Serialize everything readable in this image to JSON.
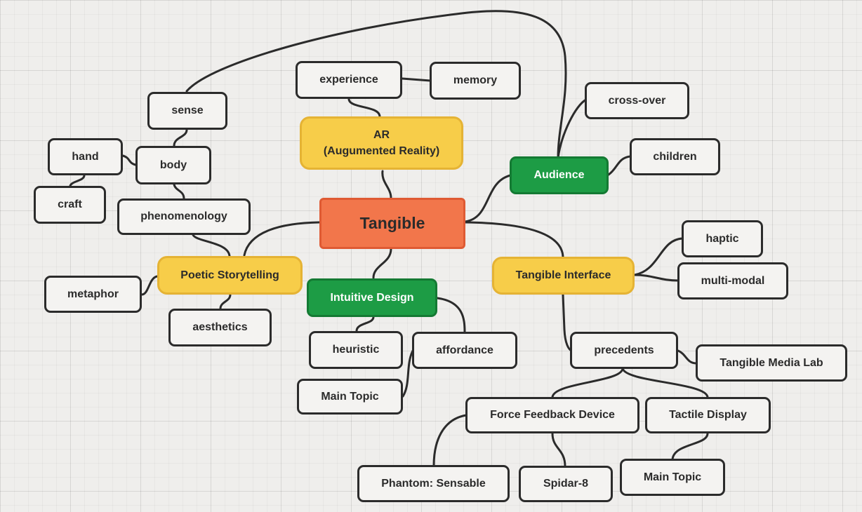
{
  "diagram": {
    "central": "Tangible",
    "branches": {
      "ar": {
        "line1": "AR",
        "line2": "(Augumented Reality)"
      },
      "audience": "Audience",
      "poetic": "Poetic Storytelling",
      "intuitive": "Intuitive Design",
      "tangible_interface": "Tangible Interface"
    },
    "topics": {
      "experience": "experience",
      "memory": "memory",
      "sense": "sense",
      "body": "body",
      "hand": "hand",
      "craft": "craft",
      "phenomenology": "phenomenology",
      "metaphor": "metaphor",
      "aesthetics": "aesthetics",
      "heuristic": "heuristic",
      "affordance": "affordance",
      "main_topic_1": "Main Topic",
      "cross_over": "cross-over",
      "children": "children",
      "haptic": "haptic",
      "multi_modal": "multi-modal",
      "precedents": "precedents",
      "tangible_media_lab": "Tangible Media Lab",
      "force_feedback": "Force Feedback Device",
      "tactile_display": "Tactile Display",
      "phantom": "Phantom: Sensable",
      "spidar": "Spidar-8",
      "main_topic_2": "Main Topic"
    },
    "colors": {
      "central": "#f2764b",
      "branch_yellow": "#f7cd49",
      "branch_green": "#1d9c45",
      "topic": "#f4f3f1",
      "border": "#2b2b2b",
      "background": "#efeeec"
    }
  }
}
